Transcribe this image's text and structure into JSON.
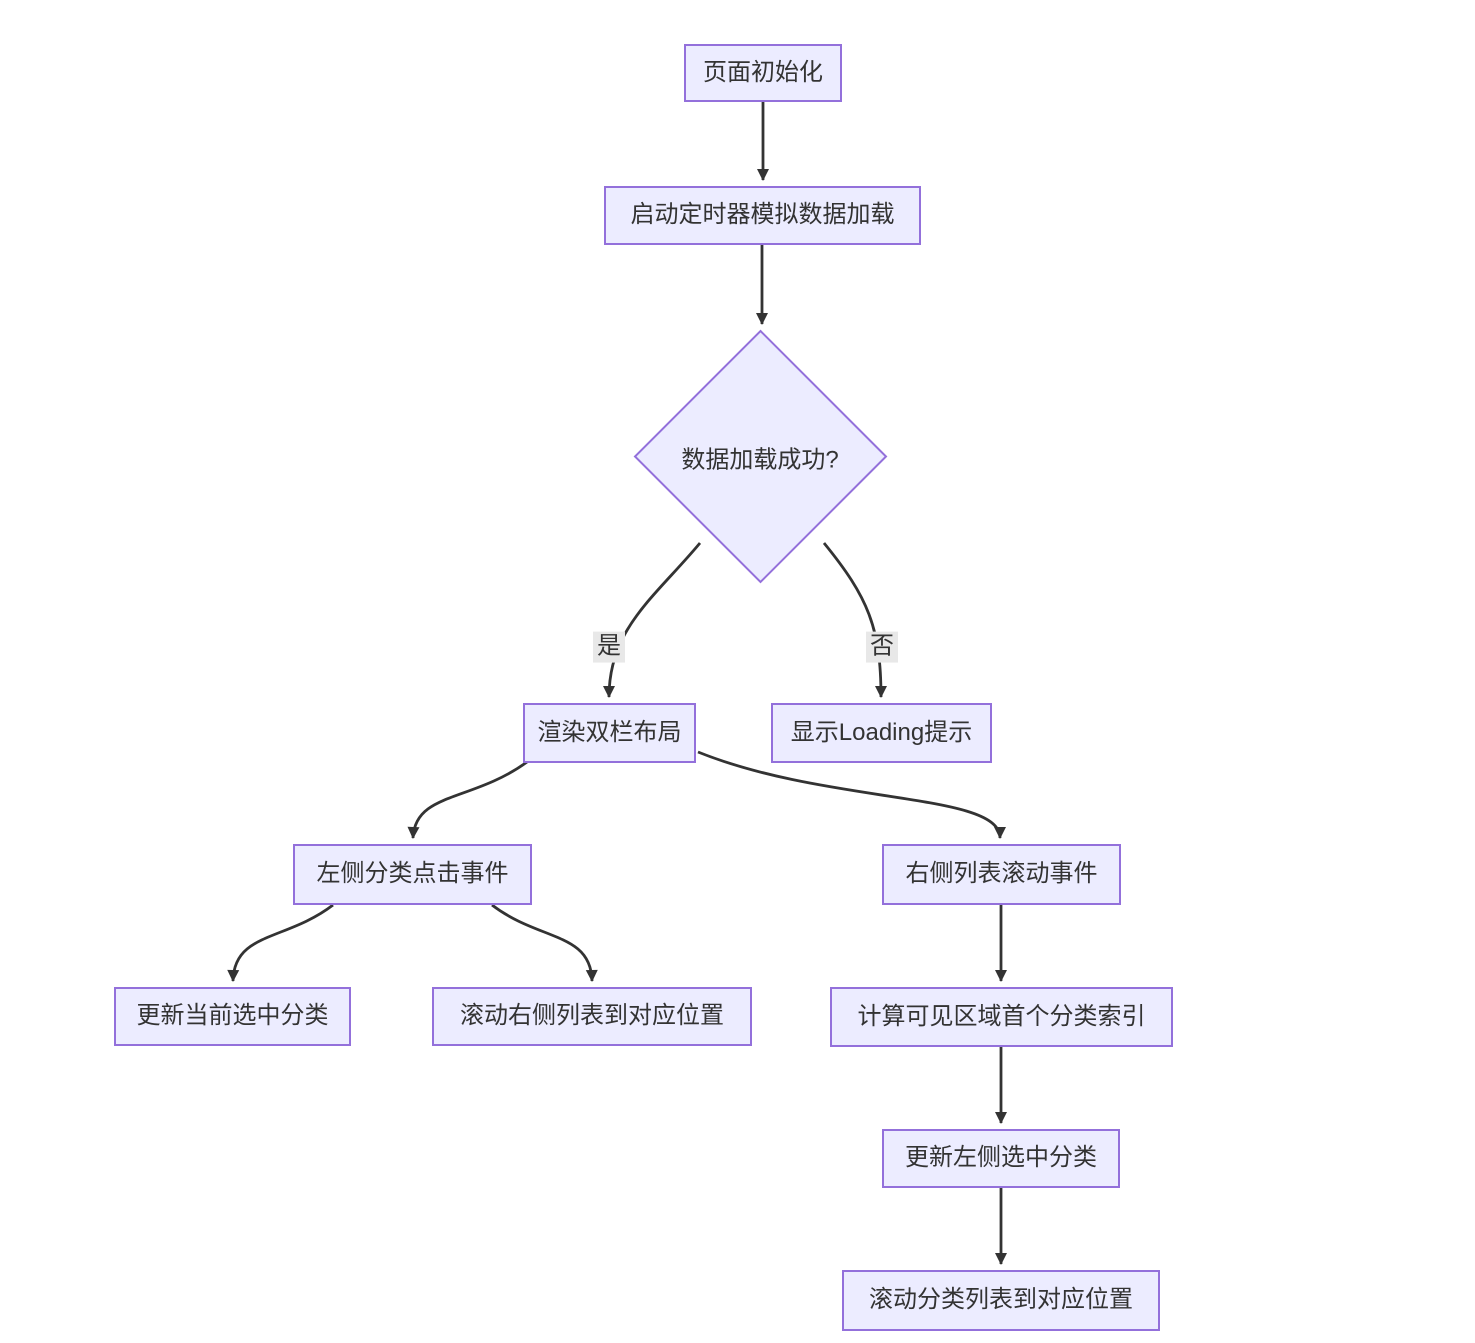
{
  "diagram": {
    "type": "flowchart",
    "direction": "top-down",
    "colors": {
      "node-fill": "#ECECFF",
      "node-border": "#9370DB",
      "edge": "#333333",
      "label-bg": "#e8e8e8",
      "text": "#333333",
      "background": "#ffffff"
    },
    "nodes": [
      {
        "id": "page-init",
        "shape": "rect",
        "label": "页面初始化"
      },
      {
        "id": "start-timer",
        "shape": "rect",
        "label": "启动定时器模拟数据加载"
      },
      {
        "id": "data-loaded",
        "shape": "diamond",
        "label": "数据加载成功?"
      },
      {
        "id": "render-two-column",
        "shape": "rect",
        "label": "渲染双栏布局"
      },
      {
        "id": "show-loading",
        "shape": "rect",
        "label": "显示Loading提示"
      },
      {
        "id": "left-category-click",
        "shape": "rect",
        "label": "左侧分类点击事件"
      },
      {
        "id": "right-list-scroll",
        "shape": "rect",
        "label": "右侧列表滚动事件"
      },
      {
        "id": "update-current-category",
        "shape": "rect",
        "label": "更新当前选中分类"
      },
      {
        "id": "scroll-right-list",
        "shape": "rect",
        "label": "滚动右侧列表到对应位置"
      },
      {
        "id": "compute-first-visible-index",
        "shape": "rect",
        "label": "计算可见区域首个分类索引"
      },
      {
        "id": "update-left-selected",
        "shape": "rect",
        "label": "更新左侧选中分类"
      },
      {
        "id": "scroll-category-list",
        "shape": "rect",
        "label": "滚动分类列表到对应位置"
      }
    ],
    "edges": [
      {
        "from": "page-init",
        "to": "start-timer",
        "label": ""
      },
      {
        "from": "start-timer",
        "to": "data-loaded",
        "label": ""
      },
      {
        "from": "data-loaded",
        "to": "render-two-column",
        "label": "是"
      },
      {
        "from": "data-loaded",
        "to": "show-loading",
        "label": "否"
      },
      {
        "from": "render-two-column",
        "to": "left-category-click",
        "label": ""
      },
      {
        "from": "render-two-column",
        "to": "right-list-scroll",
        "label": ""
      },
      {
        "from": "left-category-click",
        "to": "update-current-category",
        "label": ""
      },
      {
        "from": "left-category-click",
        "to": "scroll-right-list",
        "label": ""
      },
      {
        "from": "right-list-scroll",
        "to": "compute-first-visible-index",
        "label": ""
      },
      {
        "from": "compute-first-visible-index",
        "to": "update-left-selected",
        "label": ""
      },
      {
        "from": "update-left-selected",
        "to": "scroll-category-list",
        "label": ""
      }
    ],
    "edge_labels": {
      "yes": "是",
      "no": "否"
    }
  }
}
